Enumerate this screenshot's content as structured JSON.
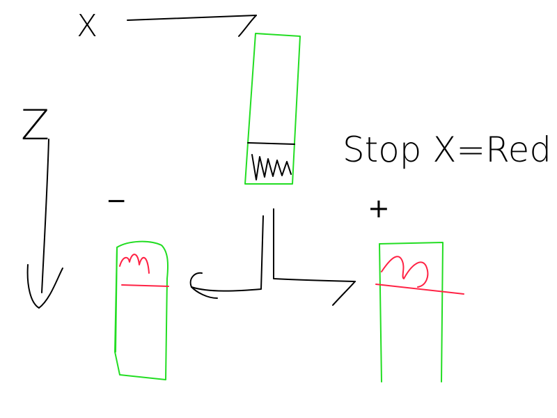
{
  "labels": {
    "x_axis": "X",
    "z_axis": "Z",
    "minus_sign": "−",
    "plus_sign": "+",
    "annotation": "Stop X=Red"
  },
  "colors": {
    "ink": "#000000",
    "bin_outline": "#22dd22",
    "red_marker": "#ff2244"
  },
  "icons": {
    "x_arrow": "arrow-right-icon",
    "z_arrow": "arrow-down-icon",
    "split_arrow": "split-arrow-icon"
  }
}
